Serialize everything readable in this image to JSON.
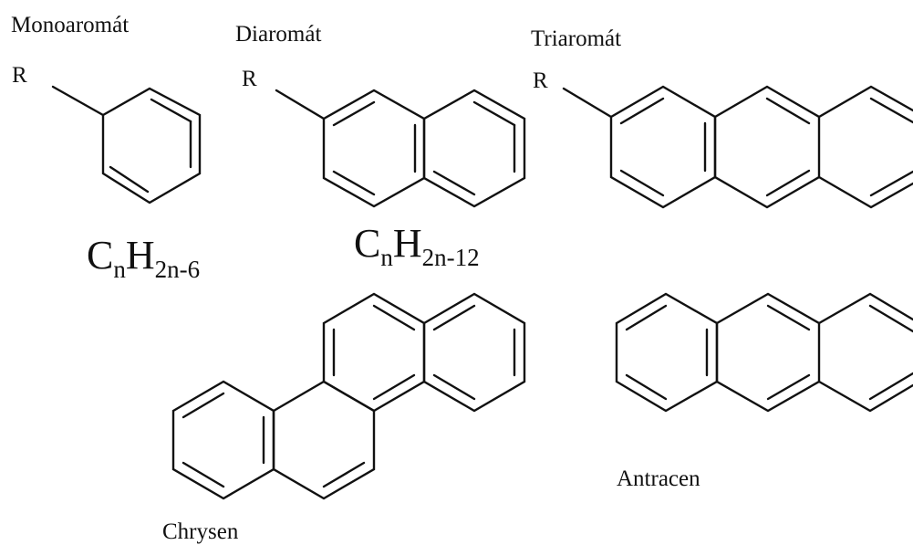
{
  "labels": {
    "mono": "Monoaromát",
    "di": "Diaromát",
    "tri": "Triaromát",
    "r": "R",
    "chrysen": "Chrysen",
    "antracen": "Antracen"
  },
  "formulas": {
    "mono": {
      "c": "C",
      "n": "n",
      "h": "H",
      "sub": "2n-6"
    },
    "di": {
      "c": "C",
      "n": "n",
      "h": "H",
      "sub": "2n-12"
    }
  },
  "colors": {
    "ink": "#111111",
    "background": "#ffffff"
  }
}
